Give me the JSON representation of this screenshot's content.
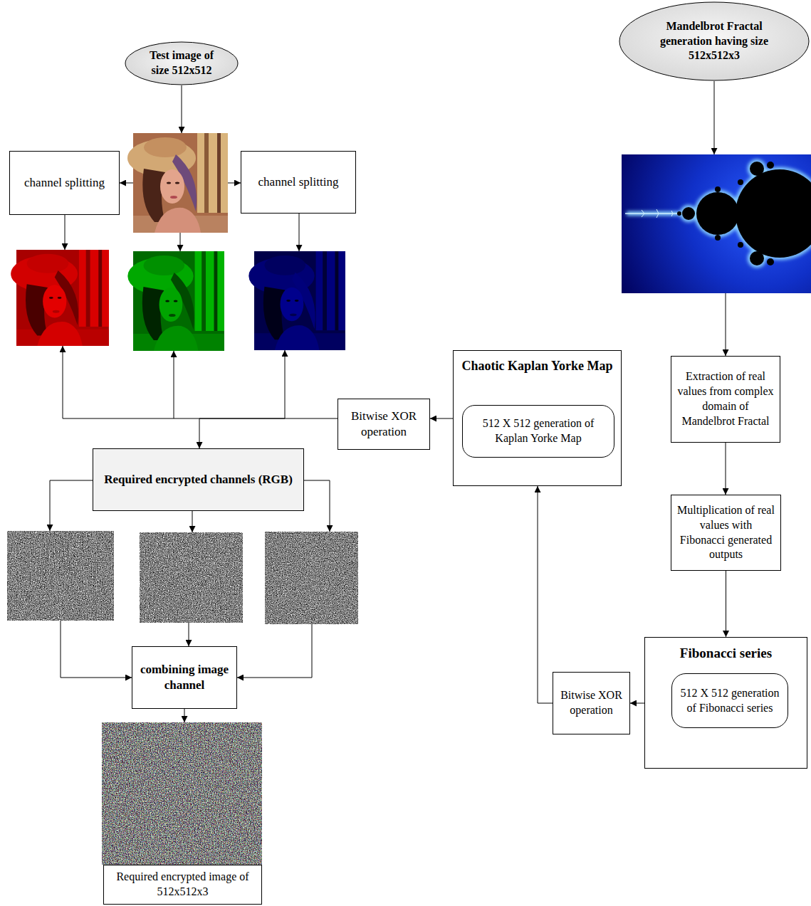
{
  "diagram": {
    "nodes": [
      {
        "text": [
          "Test image of size 512x512"
        ]
      },
      {
        "text": [
          "Mandelbrot Fractal generation having size 512x512x3"
        ]
      },
      {
        "text": [
          "channel splitting"
        ]
      },
      {
        "text": [
          "channel splitting"
        ]
      },
      {
        "text": [
          "Chaotic Kaplan Yorke Map"
        ]
      },
      {
        "text": [
          "512 X 512 generation of Kaplan Yorke Map"
        ],
        "in": 4
      },
      {
        "text": [
          "Extraction of real values from complex domain of Mandelbrot Fractal"
        ]
      },
      {
        "text": [
          "Bitwise XOR operation"
        ]
      },
      {
        "text": [
          "Required encrypted channels (RGB)"
        ]
      },
      {
        "text": [
          "Multiplication of real values with Fibonacci generated outputs"
        ]
      },
      {
        "text": [
          "Fibonacci series"
        ]
      },
      {
        "text": [
          "512 X 512 generation of Fibonacci series"
        ],
        "in": 10
      },
      {
        "text": [
          "Bitwise XOR operation"
        ]
      },
      {
        "text": [
          "combining image channel"
        ]
      },
      {
        "text": [
          "Required encrypted image of 512x512x3"
        ]
      }
    ],
    "edges": [
      {
        "from": 6,
        "to": 9,
        "arrow": "to"
      },
      {
        "from": 9,
        "to": 10,
        "arrow": "to"
      },
      {
        "from": 10,
        "to": 12,
        "arrow": "to"
      },
      {
        "from": 12,
        "to": 4,
        "arrow": "to"
      },
      {
        "from": 4,
        "to": 7,
        "arrow": "to"
      },
      {
        "from": 7,
        "to": 8,
        "arrow": "to"
      }
    ]
  }
}
